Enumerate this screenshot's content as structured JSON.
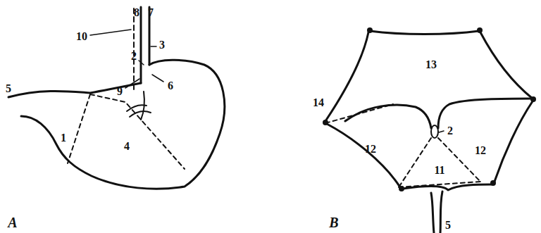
{
  "diagram": {
    "labels": [
      "8",
      "7",
      "10",
      "3",
      "2",
      "9",
      "5",
      "6",
      "1",
      "4",
      "A",
      "13",
      "14",
      "12",
      "2",
      "12",
      "11",
      "5",
      "B"
    ]
  }
}
